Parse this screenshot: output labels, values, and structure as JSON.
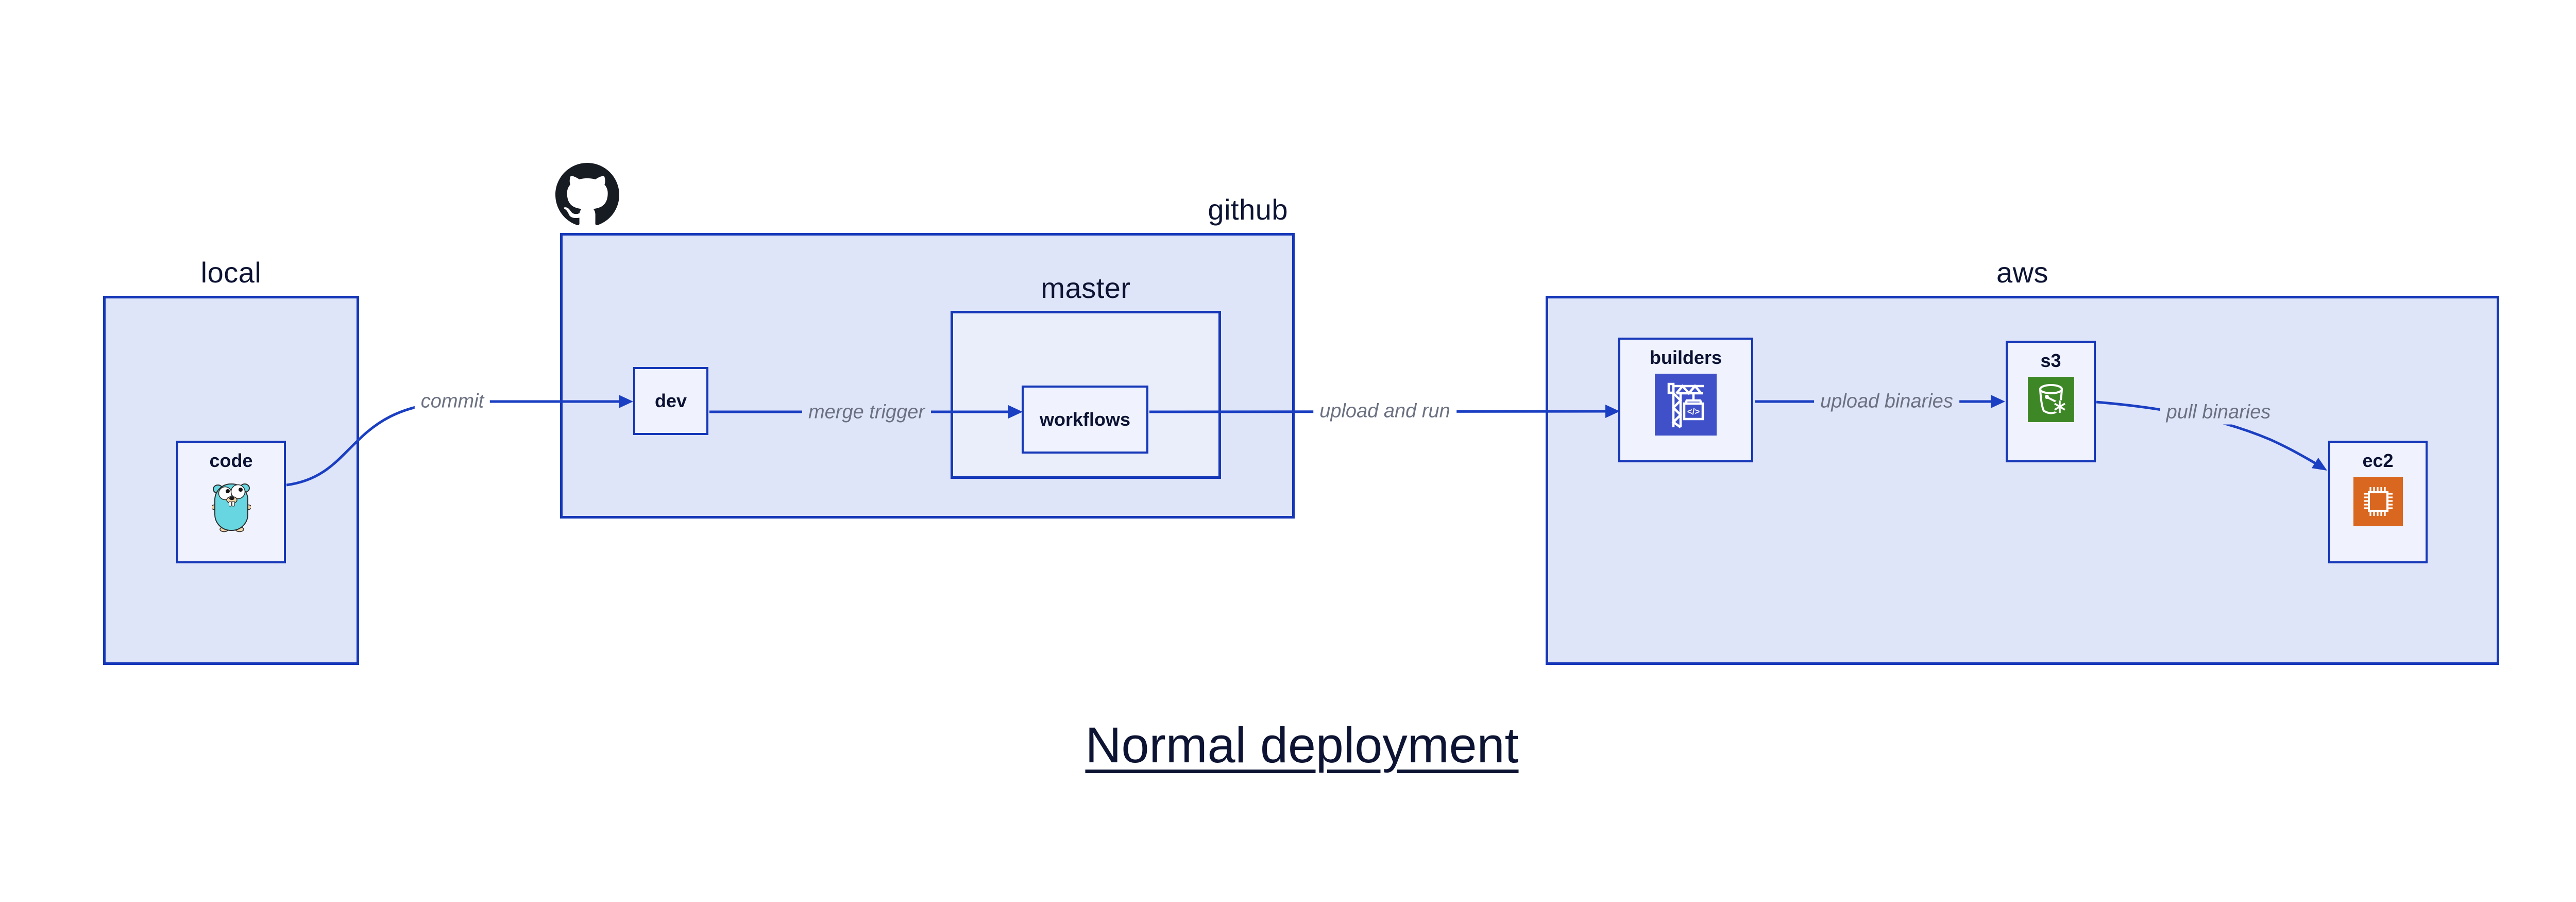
{
  "diagram": {
    "title": "Normal deployment",
    "containers": {
      "local": {
        "label": "local"
      },
      "github": {
        "label": "github"
      },
      "master": {
        "label": "master"
      },
      "aws": {
        "label": "aws"
      }
    },
    "nodes": {
      "code": {
        "label": "code",
        "icon": "go-gopher-icon"
      },
      "dev": {
        "label": "dev"
      },
      "workflows": {
        "label": "workflows"
      },
      "builders": {
        "label": "builders",
        "icon": "aws-codebuild-icon"
      },
      "s3": {
        "label": "s3",
        "icon": "aws-s3-bucket-icon"
      },
      "ec2": {
        "label": "ec2",
        "icon": "aws-ec2-chip-icon"
      }
    },
    "edges": {
      "commit": {
        "label": "commit"
      },
      "merge_trigger": {
        "label": "merge trigger"
      },
      "upload_and_run": {
        "label": "upload and run"
      },
      "upload_binaries": {
        "label": "upload binaries"
      },
      "pull_binaries": {
        "label": "pull binaries"
      }
    },
    "icons": {
      "github_logo": "github-octocat-icon"
    },
    "codebuild_icon_text": "</>",
    "colors": {
      "container_fill": "#dfe5f9",
      "inner_container_fill": "#eaeefb",
      "node_fill": "#f0f3fd",
      "border_blue": "#1537b8",
      "edge_blue": "#1b3fc2",
      "label_navy": "#0d1433",
      "edge_label_gray": "#6b7180",
      "codebuild_indigo": "#4050c8",
      "s3_green": "#3e8727",
      "ec2_orange": "#d9671f",
      "gopher_teal": "#67d6e0",
      "octocat_black": "#171b22"
    }
  }
}
